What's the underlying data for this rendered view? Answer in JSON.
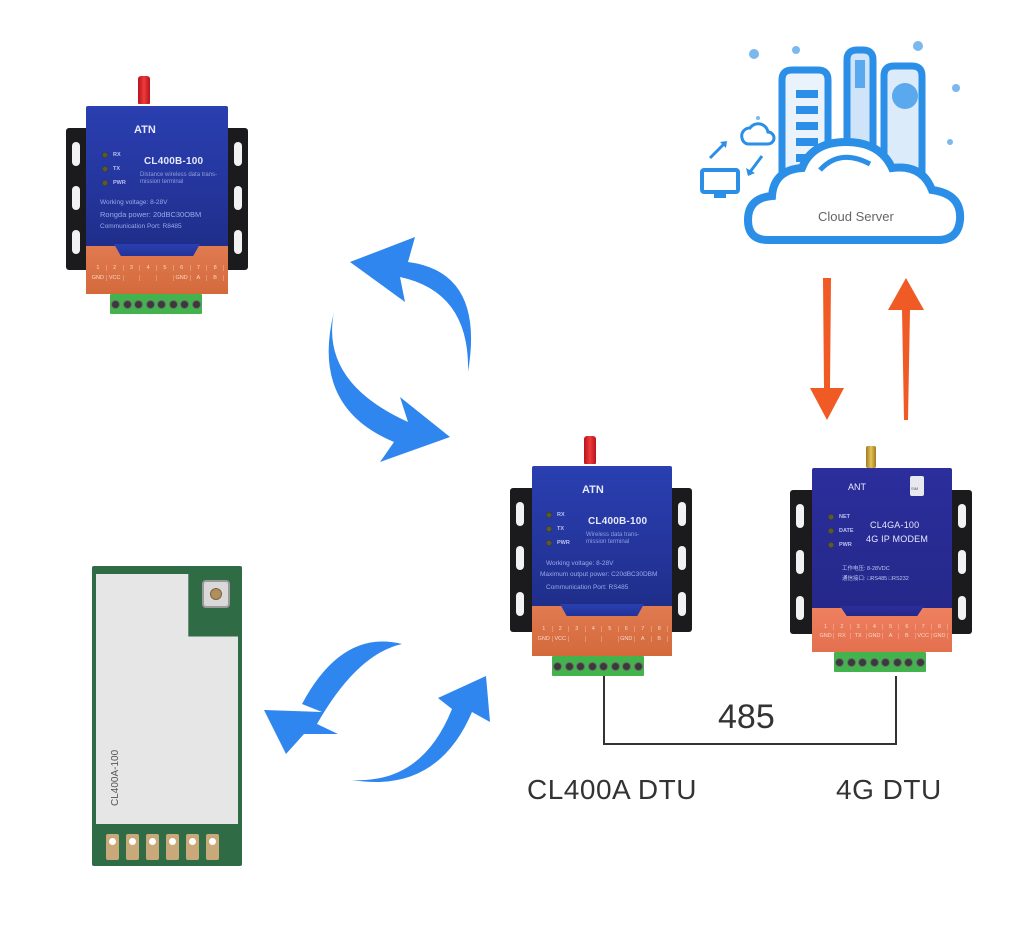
{
  "colors": {
    "sync_arrow": "#2f86ee",
    "uplink_arrow": "#f05a24",
    "cloud_blue": "#2b8fe8",
    "dtu_blue": "#2a3fb0",
    "dtu_orange": "#d46a3c",
    "terminal_green": "#43b34e",
    "wire": "#333333"
  },
  "cloud": {
    "label": "Cloud Server"
  },
  "remote_dtu": {
    "brand": "ATN",
    "model": "CL400B-100",
    "subtitle": "Distance wireless data trans- mission terminal",
    "leds": [
      "RX",
      "TX",
      "PWR"
    ],
    "specs": [
      "Working voltage: 8-28V",
      "Rongda power: 20dBC30OBM",
      "Communication Port: R8485"
    ],
    "pin_numbers": [
      "1",
      "2",
      "3",
      "4",
      "5",
      "6",
      "7",
      "8"
    ],
    "pin_labels": [
      "GND",
      "VCC",
      "",
      "",
      "",
      "GND",
      "A",
      "B"
    ]
  },
  "local_dtu": {
    "brand": "ATN",
    "model": "CL400B-100",
    "subtitle": "Wireless data trans- mission terminal",
    "leds": [
      "RX",
      "TX",
      "PWR"
    ],
    "specs": [
      "Working voltage: 8-28V",
      "Maximum output power: C20dBC30DBM",
      "Communication Port: RS485"
    ],
    "pin_numbers": [
      "1",
      "2",
      "3",
      "4",
      "5",
      "6",
      "7",
      "8"
    ],
    "pin_labels": [
      "GND",
      "VCC",
      "",
      "",
      "",
      "GND",
      "A",
      "B"
    ],
    "caption": "CL400A DTU"
  },
  "modem_4g": {
    "brand": "ANT",
    "sim": "SIM",
    "model": "CL4GA-100",
    "model_sub": "4G IP MODEM",
    "leds": [
      "NET",
      "DATE",
      "PWR"
    ],
    "specs": [
      "工作电压: 8-28VDC",
      "通信接口: □RS485 □RS232"
    ],
    "pin_numbers": [
      "1",
      "2",
      "3",
      "4",
      "5",
      "6",
      "7",
      "8"
    ],
    "pin_labels": [
      "GND",
      "RX",
      "TX",
      "GND",
      "A",
      "B",
      "VCC",
      "GND"
    ],
    "caption": "4G DTU"
  },
  "module": {
    "label": "CL400A-100"
  },
  "bus": {
    "label": "485"
  }
}
